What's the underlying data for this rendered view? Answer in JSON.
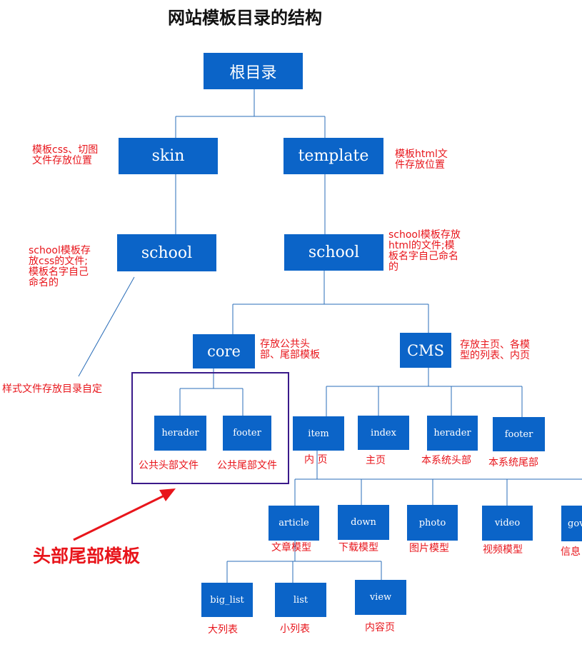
{
  "title": "网站模板目录的结构",
  "nodes": {
    "root": "根目录",
    "skin": "skin",
    "template": "template",
    "skin_school": "school",
    "template_school": "school",
    "core": "core",
    "cms": "CMS",
    "core_header": "herader",
    "core_footer": "footer",
    "item": "item",
    "index": "index",
    "cms_header": "herader",
    "cms_footer": "footer",
    "article": "article",
    "down": "down",
    "photo": "photo",
    "video": "video",
    "gov": "gov",
    "big_list": "big_list",
    "list": "list",
    "view": "view"
  },
  "notes": {
    "skin": "模板css、切图\n文件存放位置",
    "template": "模板html文\n件存放位置",
    "skin_school": "school模板存\n放css的文件;\n模板名字自己\n命名的",
    "template_school": "school模板存放\nhtml的文件;模\n板名字自己命名\n的",
    "style_dir": "样式文件存放目录自定",
    "core": "存放公共头\n部、尾部模板",
    "cms": "存放主页、各模\n型的列表、内页"
  },
  "labels": {
    "core_header": "公共头部文件",
    "core_footer": "公共尾部文件",
    "item": "内 页",
    "index": "主页",
    "cms_header": "本系统头部",
    "cms_footer": "本系统尾部",
    "article": "文章模型",
    "down": "下载模型",
    "photo": "图片模型",
    "video": "视频模型",
    "gov": "信息",
    "big_list": "大列表",
    "list": "小列表",
    "view": "内容页"
  },
  "callout": "头部尾部模板",
  "colors": {
    "node_fill": "#0b64c8",
    "line": "#2a6db8",
    "note_text": "#e8151b",
    "frame": "#3a1a8a",
    "arrow": "#e8151b"
  }
}
